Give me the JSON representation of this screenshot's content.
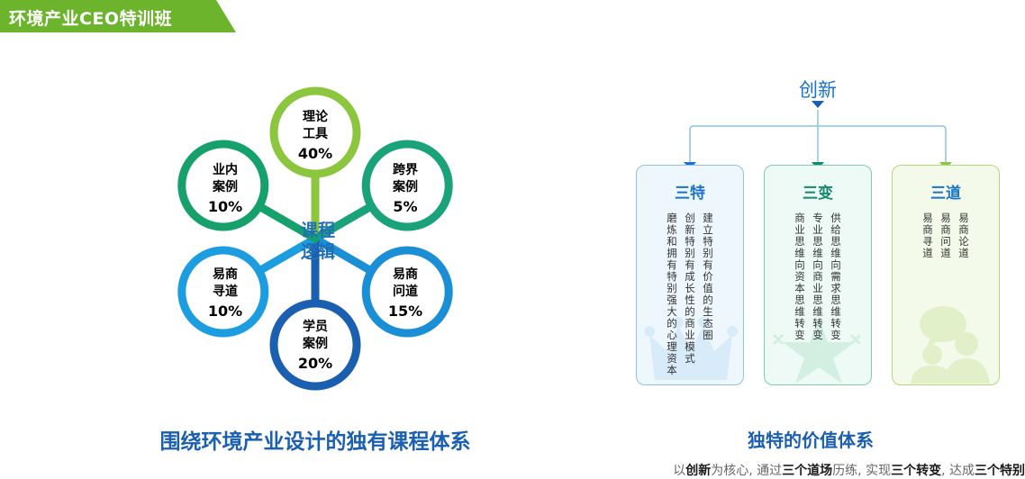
{
  "banner": {
    "title": "环境产业CEO特训班"
  },
  "course_diagram": {
    "center_label_1": "课程",
    "center_label_2": "逻辑",
    "petals": [
      {
        "line1": "理论",
        "line2": "工具",
        "pct": "40%",
        "color": "#8cc63f"
      },
      {
        "line1": "跨界",
        "line2": "案例",
        "pct": "5%",
        "color": "#1aa37a"
      },
      {
        "line1": "易商",
        "line2": "问道",
        "pct": "15%",
        "color": "#1b8fd6"
      },
      {
        "line1": "学员",
        "line2": "案例",
        "pct": "20%",
        "color": "#1a5fb0"
      },
      {
        "line1": "易商",
        "line2": "寻道",
        "pct": "10%",
        "color": "#1b9de0"
      },
      {
        "line1": "业内",
        "line2": "案例",
        "pct": "10%",
        "color": "#16a06b"
      }
    ],
    "caption": "围绕环境产业设计的独有课程体系"
  },
  "value_system": {
    "root": "创新",
    "boxes": [
      {
        "title": "三特",
        "color": "#1a73c8",
        "border": "#8cc3ea",
        "bg": "#eef7fd",
        "lines": [
          "建立特别有价值的生态圈",
          "创新特别有成长性的商业模式",
          "磨炼和拥有特别强大的心理资本"
        ]
      },
      {
        "title": "三变",
        "color": "#138a6a",
        "border": "#7fcfae",
        "bg": "#eefaf5",
        "lines": [
          "供给思维向需求思维转变",
          "专业思维向商业思维转变",
          "商业思维向资本思维转变"
        ]
      },
      {
        "title": "三道",
        "color": "#1a73c8",
        "border": "#b3d97a",
        "bg": "#f4faea",
        "lines": [
          "易商论道",
          "易商问道",
          "易商寻道"
        ]
      }
    ],
    "caption": "独特的价值体系",
    "summary": {
      "p1": "以",
      "b1": "创新",
      "p2": "为核心, 通过",
      "b2": "三个道场",
      "p3": "历练, 实现",
      "b3": "三个转变",
      "p4": ", 达成",
      "b4": "三个特别"
    }
  }
}
